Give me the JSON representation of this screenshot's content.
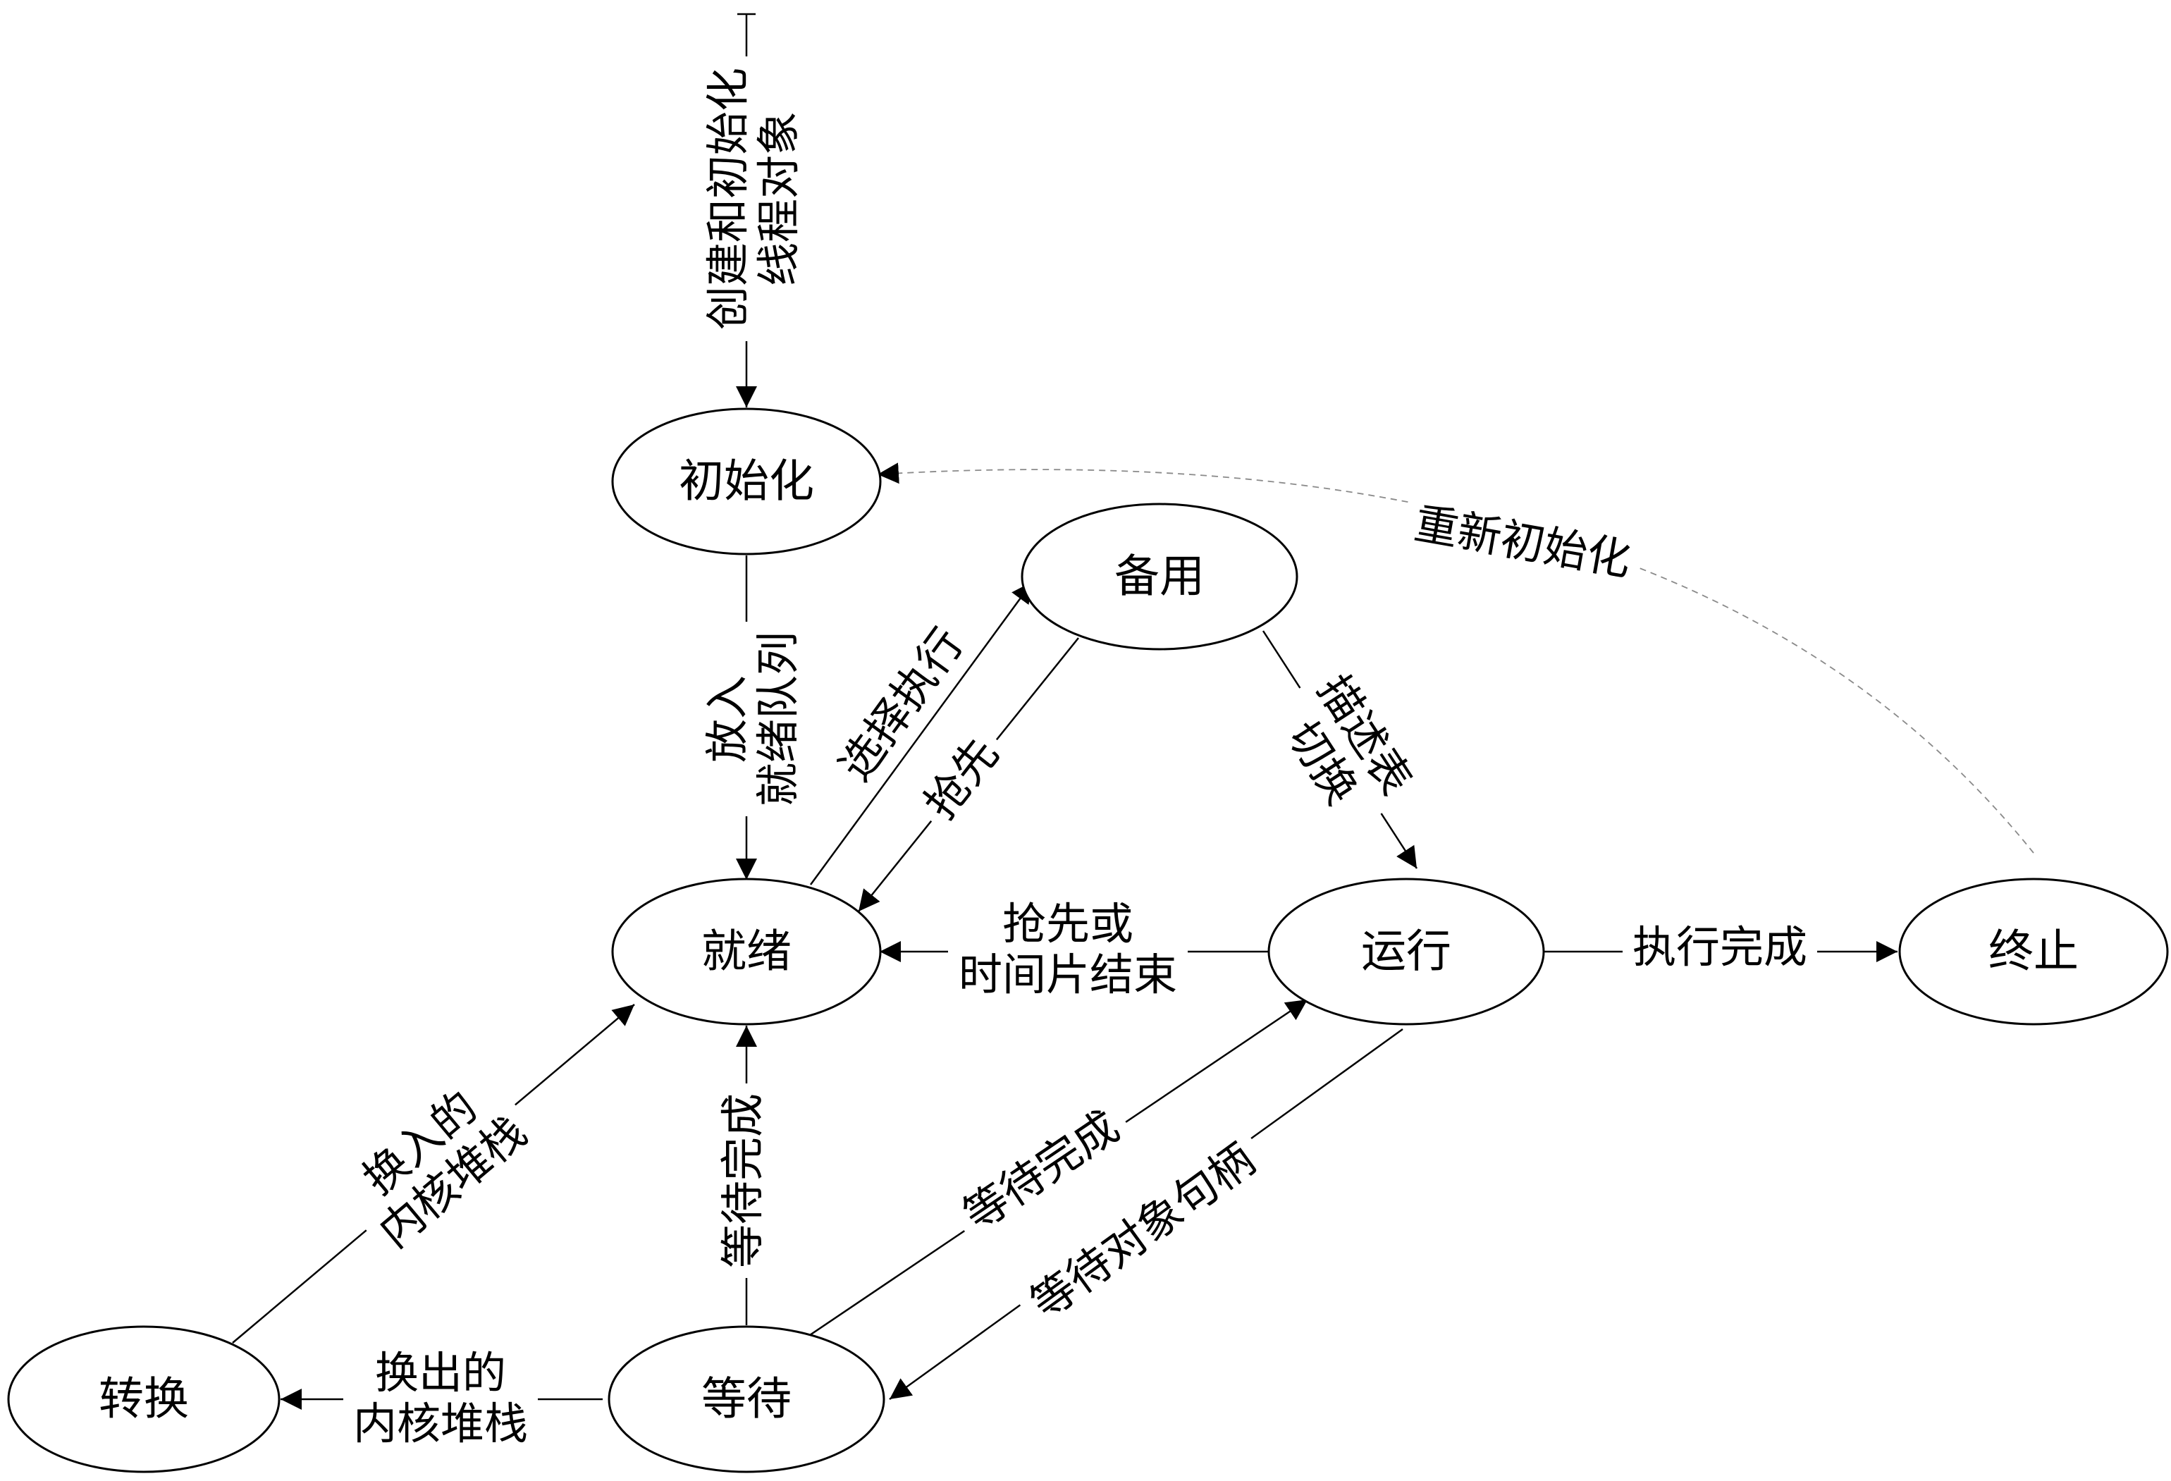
{
  "nodes": {
    "init": "初始化",
    "standby": "备用",
    "ready": "就绪",
    "running": "运行",
    "terminated": "终止",
    "waiting": "等待",
    "transition": "转换"
  },
  "edges": {
    "create": [
      "创建和初始化",
      "线程对象"
    ],
    "enqueue": [
      "放入",
      "就绪队列"
    ],
    "select": [
      "选择执行"
    ],
    "preempt": [
      "抢先"
    ],
    "context_switch": [
      "描述表",
      "切换"
    ],
    "preempt_or_quantum": [
      "抢先或",
      "时间片结束"
    ],
    "finish": [
      "执行完成"
    ],
    "reinit": [
      "重新初始化"
    ],
    "wait_done_ready": [
      "等待完成"
    ],
    "wait_done_running": [
      "等待完成"
    ],
    "wait_handle": [
      "等待对象句柄"
    ],
    "swap_in": [
      "换入的",
      "内核堆栈"
    ],
    "swap_out": [
      "换出的",
      "内核堆栈"
    ]
  }
}
